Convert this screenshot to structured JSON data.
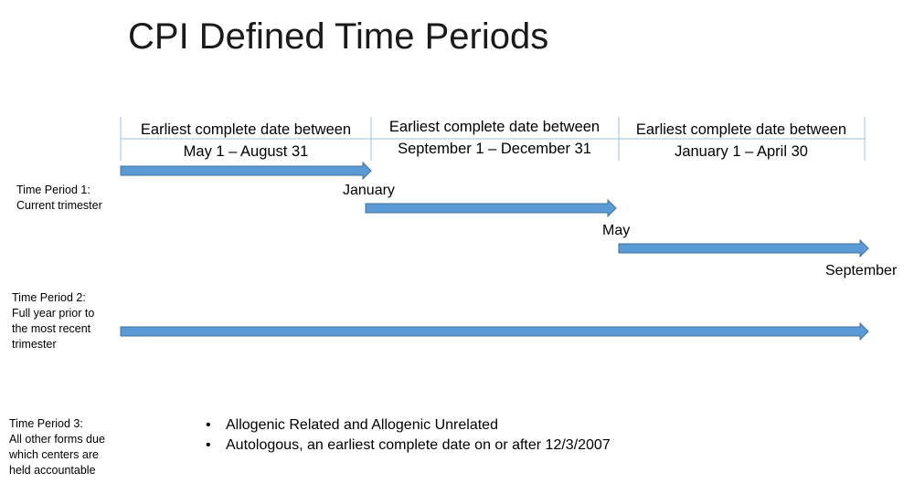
{
  "title": "CPI Defined Time Periods",
  "colors": {
    "arrow": "#5b9bd5",
    "arrow_stroke": "#41719c",
    "rule": "#9dc3e6"
  },
  "ranges": [
    {
      "line1": "Earliest complete date between",
      "line2": "May 1  – August 31"
    },
    {
      "line1": "Earliest complete date between",
      "line2": "September 1 – December 31"
    },
    {
      "line1": "Earliest complete date between",
      "line2": "January 1  – April 30"
    }
  ],
  "months": [
    "January",
    "May",
    "September"
  ],
  "time_periods": [
    {
      "name": "Time Period 1:",
      "lines": [
        "Current trimester"
      ]
    },
    {
      "name": "Time Period 2:",
      "lines": [
        "Full year prior to",
        "the most recent",
        "trimester"
      ]
    },
    {
      "name": "Time Period 3:",
      "lines": [
        "All other forms due",
        "which centers are",
        "held accountable"
      ]
    }
  ],
  "bullets": [
    "Allogenic Related and Allogenic Unrelated",
    "Autologous, an earliest complete date on or after 12/3/2007"
  ]
}
